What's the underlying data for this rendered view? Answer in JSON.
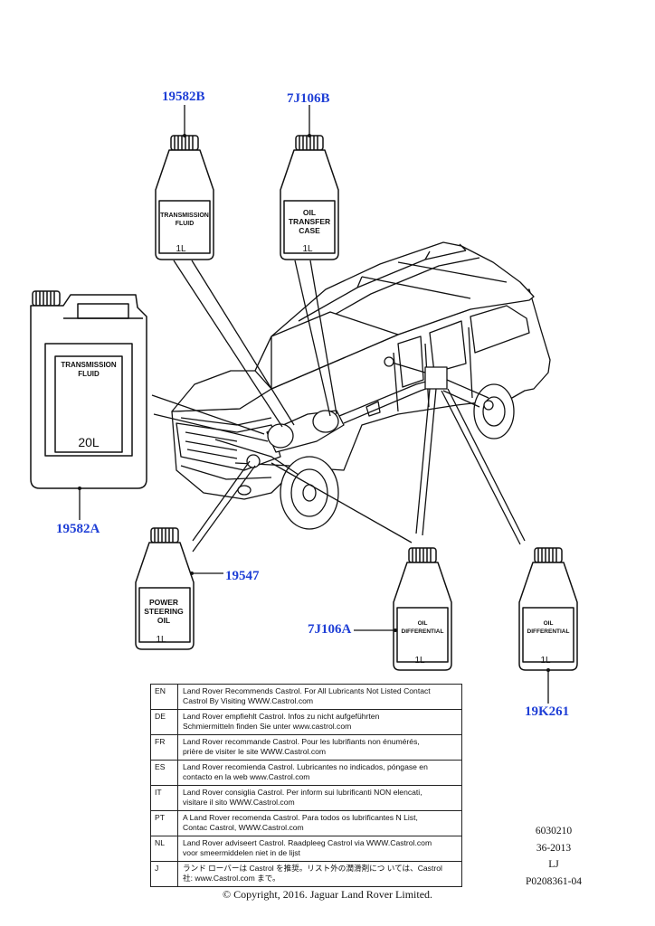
{
  "callouts": {
    "c19582B": "19582B",
    "c7J106B": "7J106B",
    "c19582A": "19582A",
    "c19547": "19547",
    "c7J106A": "7J106A",
    "c19K261": "19K261"
  },
  "bottles": {
    "transmission_1l": {
      "line1": "TRANSMISSION",
      "line2": "FLUID",
      "size": "1L"
    },
    "transfer_case_1l": {
      "line1": "OIL",
      "line2": "TRANSFER",
      "line3": "CASE",
      "size": "1L"
    },
    "transmission_20l": {
      "line1": "TRANSMISSION",
      "line2": "FLUID",
      "size": "20L"
    },
    "power_steering_1l": {
      "line1": "POWER",
      "line2": "STEERING",
      "line3": "OIL",
      "size": "1L"
    },
    "differential_front_1l": {
      "line1": "OIL",
      "line2": "DIFFERENTIAL",
      "size": "1L"
    },
    "differential_rear_1l": {
      "line1": "OIL",
      "line2": "DIFFERENTIAL",
      "size": "1L"
    }
  },
  "languages": [
    {
      "code": "EN",
      "line1": "Land Rover Recommends Castrol.  For All Lubricants Not Listed Contact",
      "line2": "Castrol By Visiting WWW.Castrol.com"
    },
    {
      "code": "DE",
      "line1": "Land Rover empfiehlt Castrol.  Infos zu nicht aufgeführten",
      "line2": "Schmiermitteln finden Sie unter www.castrol.com"
    },
    {
      "code": "FR",
      "line1": "Land Rover recommande Castrol. Pour les lubrifiants non énumérés,",
      "line2": "prière de visiter le site WWW.Castrol.com"
    },
    {
      "code": "ES",
      "line1": "Land Rover recomienda Castrol.  Lubricantes no indicados, póngase en",
      "line2": "contacto en la web www.Castrol.com"
    },
    {
      "code": "IT",
      "line1": "Land Rover consiglia Castrol.  Per inform sui lubrificanti NON elencati,",
      "line2": "visitare il sito WWW.Castrol.com"
    },
    {
      "code": "PT",
      "line1": "A Land Rover recomenda Castrol.  Para todos os lubrificantes N List,",
      "line2": "Contac Castrol, WWW.Castrol.com"
    },
    {
      "code": "NL",
      "line1": "Land Rover adviseert Castrol.  Raadpleeg Castrol via WWW.Castrol.com",
      "line2": "voor smeermiddelen niet in de lijst"
    },
    {
      "code": "J",
      "line1": "ランド ローバーは Castrol を推奨。リスト外の潤滑剤につ いては、Castrol",
      "line2": "社: www.Castrol.com まで。"
    }
  ],
  "references": [
    "6030210",
    "36-2013",
    "LJ",
    "P0208361-04"
  ],
  "copyright": "© Copyright, 2016. Jaguar Land Rover Limited."
}
